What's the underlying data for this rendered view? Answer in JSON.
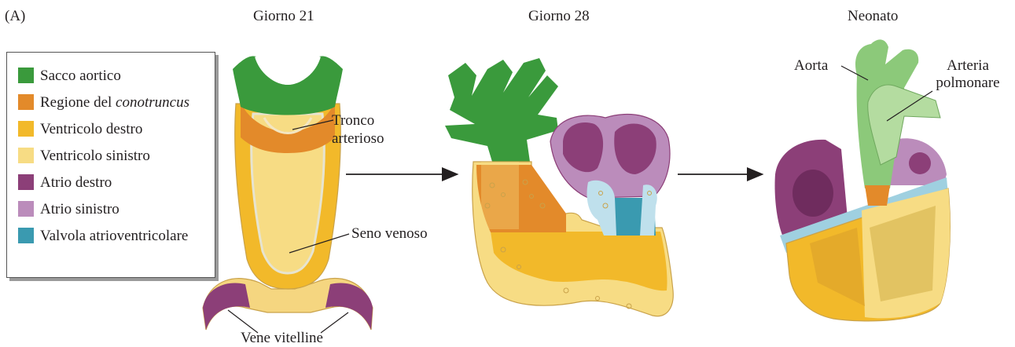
{
  "panel_label": "(A)",
  "stages": {
    "day21": "Giorno 21",
    "day28": "Giorno 28",
    "newborn": "Neonato"
  },
  "legend": [
    {
      "label": "Sacco aortico",
      "italic": "",
      "color": "#3a9a3c"
    },
    {
      "label": "Regione del ",
      "italic": "conotruncus",
      "color": "#e38a2a"
    },
    {
      "label": "Ventricolo destro",
      "italic": "",
      "color": "#f2b92a"
    },
    {
      "label": "Ventricolo sinistro",
      "italic": "",
      "color": "#f7dc84"
    },
    {
      "label": "Atrio destro",
      "italic": "",
      "color": "#8c3f78"
    },
    {
      "label": "Atrio sinistro",
      "italic": "",
      "color": "#bb8cbb"
    },
    {
      "label": "Valvola atrioventricolare",
      "italic": "",
      "color": "#3a9ab0"
    }
  ],
  "annotations": {
    "tronco": "Tronco arterioso",
    "seno": "Seno venoso",
    "vene": "Vene vitelline",
    "aorta": "Aorta",
    "arteria": "Arteria polmonare"
  }
}
